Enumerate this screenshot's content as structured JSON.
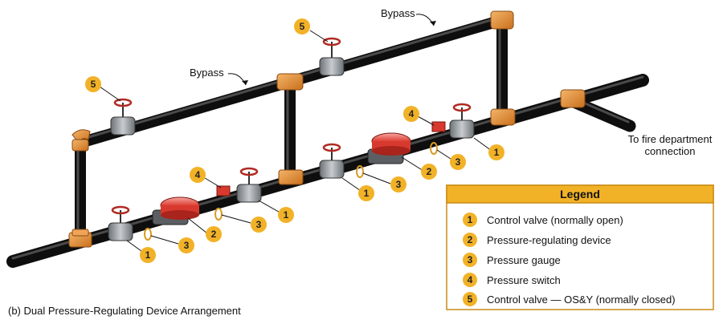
{
  "caption": "(b) Dual Pressure-Regulating Device Arrangement",
  "labels": {
    "bypass_upper": "Bypass",
    "bypass_lower": "Bypass",
    "fire_dept_line1": "To fire department",
    "fire_dept_line2": "connection"
  },
  "legend": {
    "title": "Legend",
    "items": [
      {
        "number": "1",
        "text": "Control valve (normally open)"
      },
      {
        "number": "2",
        "text": "Pressure-regulating device"
      },
      {
        "number": "3",
        "text": "Pressure gauge"
      },
      {
        "number": "4",
        "text": "Pressure switch"
      },
      {
        "number": "5",
        "text": "Control valve — OS&Y (normally closed)"
      }
    ]
  },
  "markers": {
    "m5_left": "5",
    "m5_top": "5",
    "m4_left": "4",
    "m4_right": "4",
    "m3_a": "3",
    "m3_b": "3",
    "m3_c": "3",
    "m3_d": "3",
    "m2_left": "2",
    "m2_right": "2",
    "m1_a": "1",
    "m1_b": "1",
    "m1_c": "1",
    "m1_d": "1"
  },
  "colors": {
    "pipe": "#1d1d1d",
    "fitting": "#e08a2c",
    "valve": "#8a8f94",
    "regulator": "#d6362b",
    "marker": "#f2b227",
    "legend_header": "#f2b227",
    "legend_border": "#c98c16"
  }
}
